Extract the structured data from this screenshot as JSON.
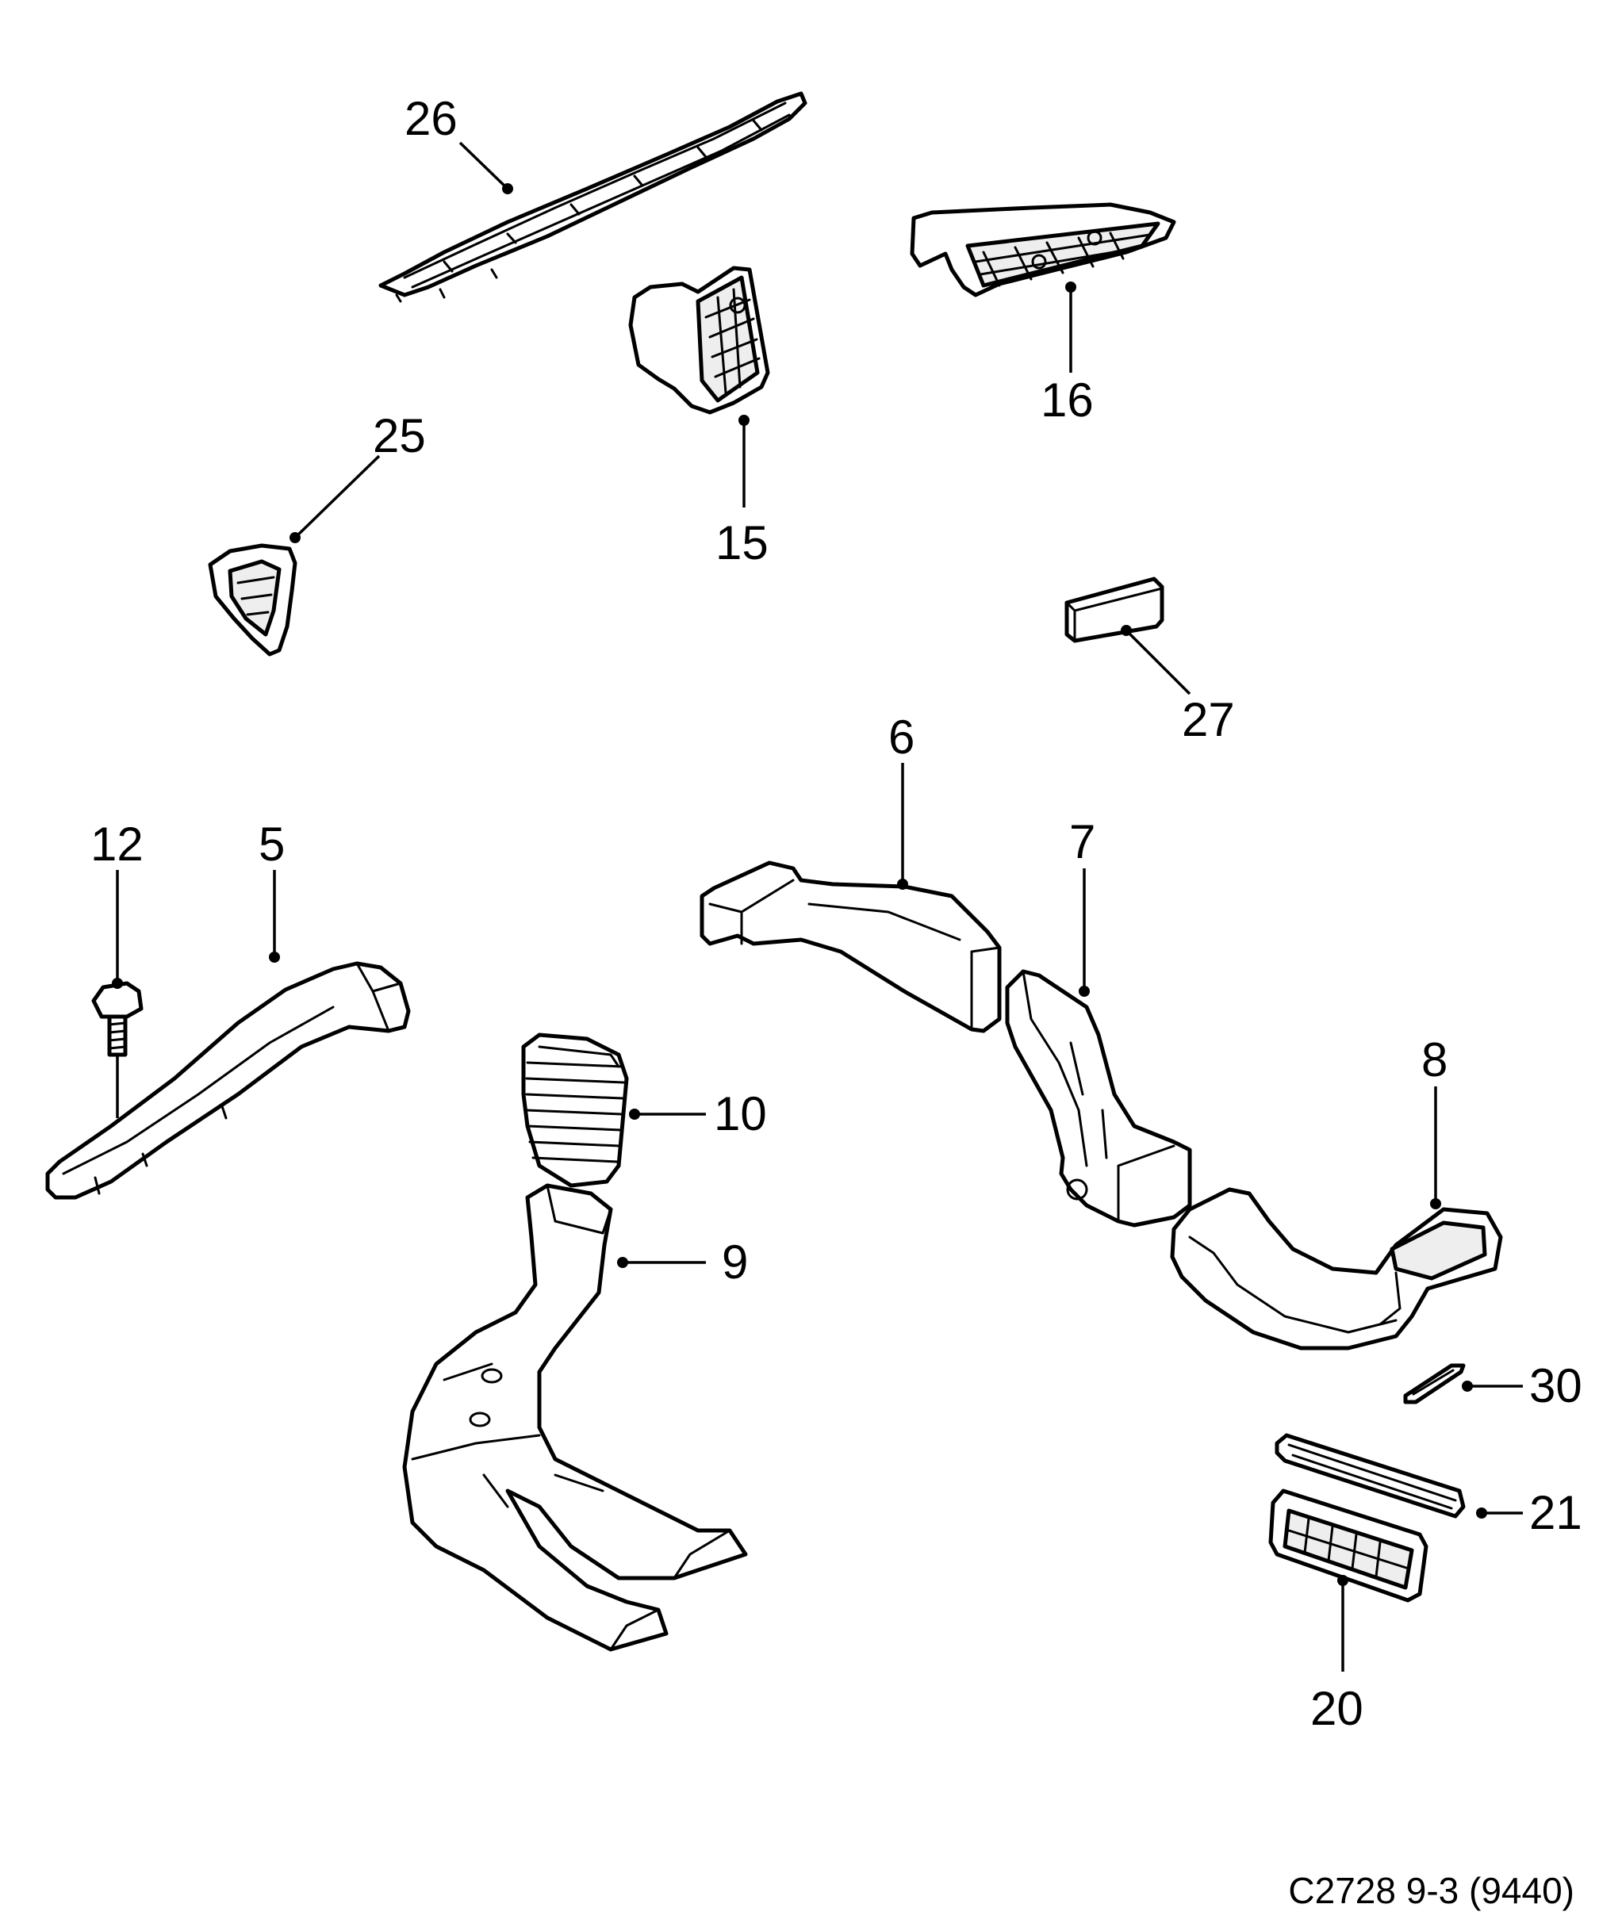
{
  "diagram": {
    "callouts": [
      {
        "id": "26",
        "label": "26"
      },
      {
        "id": "16",
        "label": "16"
      },
      {
        "id": "15",
        "label": "15"
      },
      {
        "id": "25",
        "label": "25"
      },
      {
        "id": "27",
        "label": "27"
      },
      {
        "id": "6",
        "label": "6"
      },
      {
        "id": "7",
        "label": "7"
      },
      {
        "id": "12",
        "label": "12"
      },
      {
        "id": "5",
        "label": "5"
      },
      {
        "id": "10",
        "label": "10"
      },
      {
        "id": "8",
        "label": "8"
      },
      {
        "id": "9",
        "label": "9"
      },
      {
        "id": "30",
        "label": "30"
      },
      {
        "id": "21",
        "label": "21"
      },
      {
        "id": "20",
        "label": "20"
      }
    ],
    "footer": "C2728 9-3 (9440)"
  }
}
